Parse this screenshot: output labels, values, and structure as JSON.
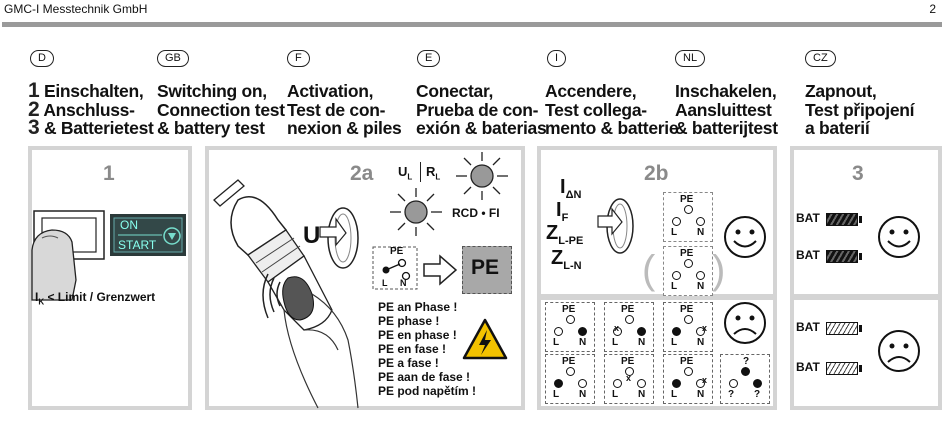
{
  "header": {
    "company": "GMC-I Messtechnik GmbH",
    "page_number": "2"
  },
  "languages": [
    "D",
    "GB",
    "F",
    "E",
    "I",
    "NL",
    "CZ"
  ],
  "titles": {
    "d": {
      "l1": "Einschalten,",
      "l2": "Anschluss-",
      "l3": "& Batterietest"
    },
    "gb": {
      "l1": "Switching on,",
      "l2": "Connection test",
      "l3": "& battery test"
    },
    "f": {
      "l1": "Activation,",
      "l2": "Test de con-",
      "l3": "nexion & piles"
    },
    "e": {
      "l1": "Conectar,",
      "l2": "Prueba de con-",
      "l3": "exión & baterias"
    },
    "i": {
      "l1": "Accendere,",
      "l2": "Test collega-",
      "l3": "mento & batterie"
    },
    "nl": {
      "l1": "Inschakelen,",
      "l2": "Aansluittest",
      "l3": "& batterijtest"
    },
    "cz": {
      "l1": "Zapnout,",
      "l2": "Test připojení",
      "l3": "a baterií"
    }
  },
  "step_numbers": {
    "n1": "1",
    "n2": "2",
    "n3": "3"
  },
  "panel1": {
    "number": "1",
    "button_on": "ON",
    "button_start": "START",
    "limit_text": "< Limit / Grenzwert",
    "ik_main": "I",
    "ik_sub": "K"
  },
  "panel2a": {
    "number": "2a",
    "u_label": "U",
    "ul_label": "U",
    "ul_sub": "L",
    "rl_label": "R",
    "rl_sub": "L",
    "rcd_label": "RCD • FI",
    "pe_box": "PE",
    "phase_lines": [
      "PE an Phase !",
      "PE phase !",
      "PE en phase !",
      "PE en fase !",
      "PE a fase !",
      "PE aan de fase !",
      "PE pod napětím !"
    ]
  },
  "panel2b": {
    "number": "2b",
    "i_dn": "I",
    "i_dn_sub": "ΔN",
    "i_f": "I",
    "i_f_sub": "F",
    "z_lpe": "Z",
    "z_lpe_sub": "L-PE",
    "z_ln": "Z",
    "z_ln_sub": "L-N",
    "pe": "PE",
    "l": "L",
    "n": "N",
    "x": "x",
    "q": "?"
  },
  "panel3": {
    "number": "3",
    "bat": "BAT"
  }
}
